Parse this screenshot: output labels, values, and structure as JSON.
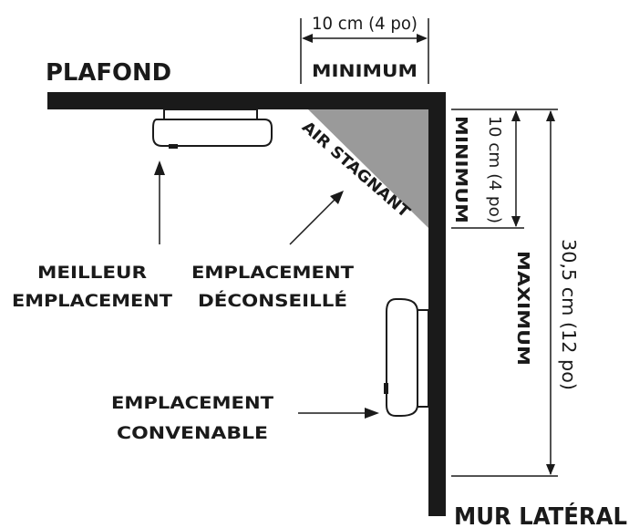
{
  "labels": {
    "ceiling": "PLAFOND",
    "side_wall": "MUR LATÉRAL",
    "dead_air": "AIR STAGNANT",
    "top_distance": "10 cm (4 po)",
    "top_minimum": "MINIMUM",
    "side_min_distance": "10 cm (4 po)",
    "side_minimum": "MINIMUM",
    "side_max_distance": "30,5 cm (12 po)",
    "side_maximum": "MAXIMUM",
    "best_location": [
      "MEILLEUR",
      "EMPLACEMENT"
    ],
    "not_recommended": [
      "EMPLACEMENT",
      "DÉCONSEILLÉ"
    ],
    "acceptable": [
      "EMPLACEMENT",
      "CONVENABLE"
    ]
  },
  "colors": {
    "wall": "#1a1a1a",
    "dead_air_fill": "#9a9a9a",
    "detector_fill": "#ffffff"
  }
}
